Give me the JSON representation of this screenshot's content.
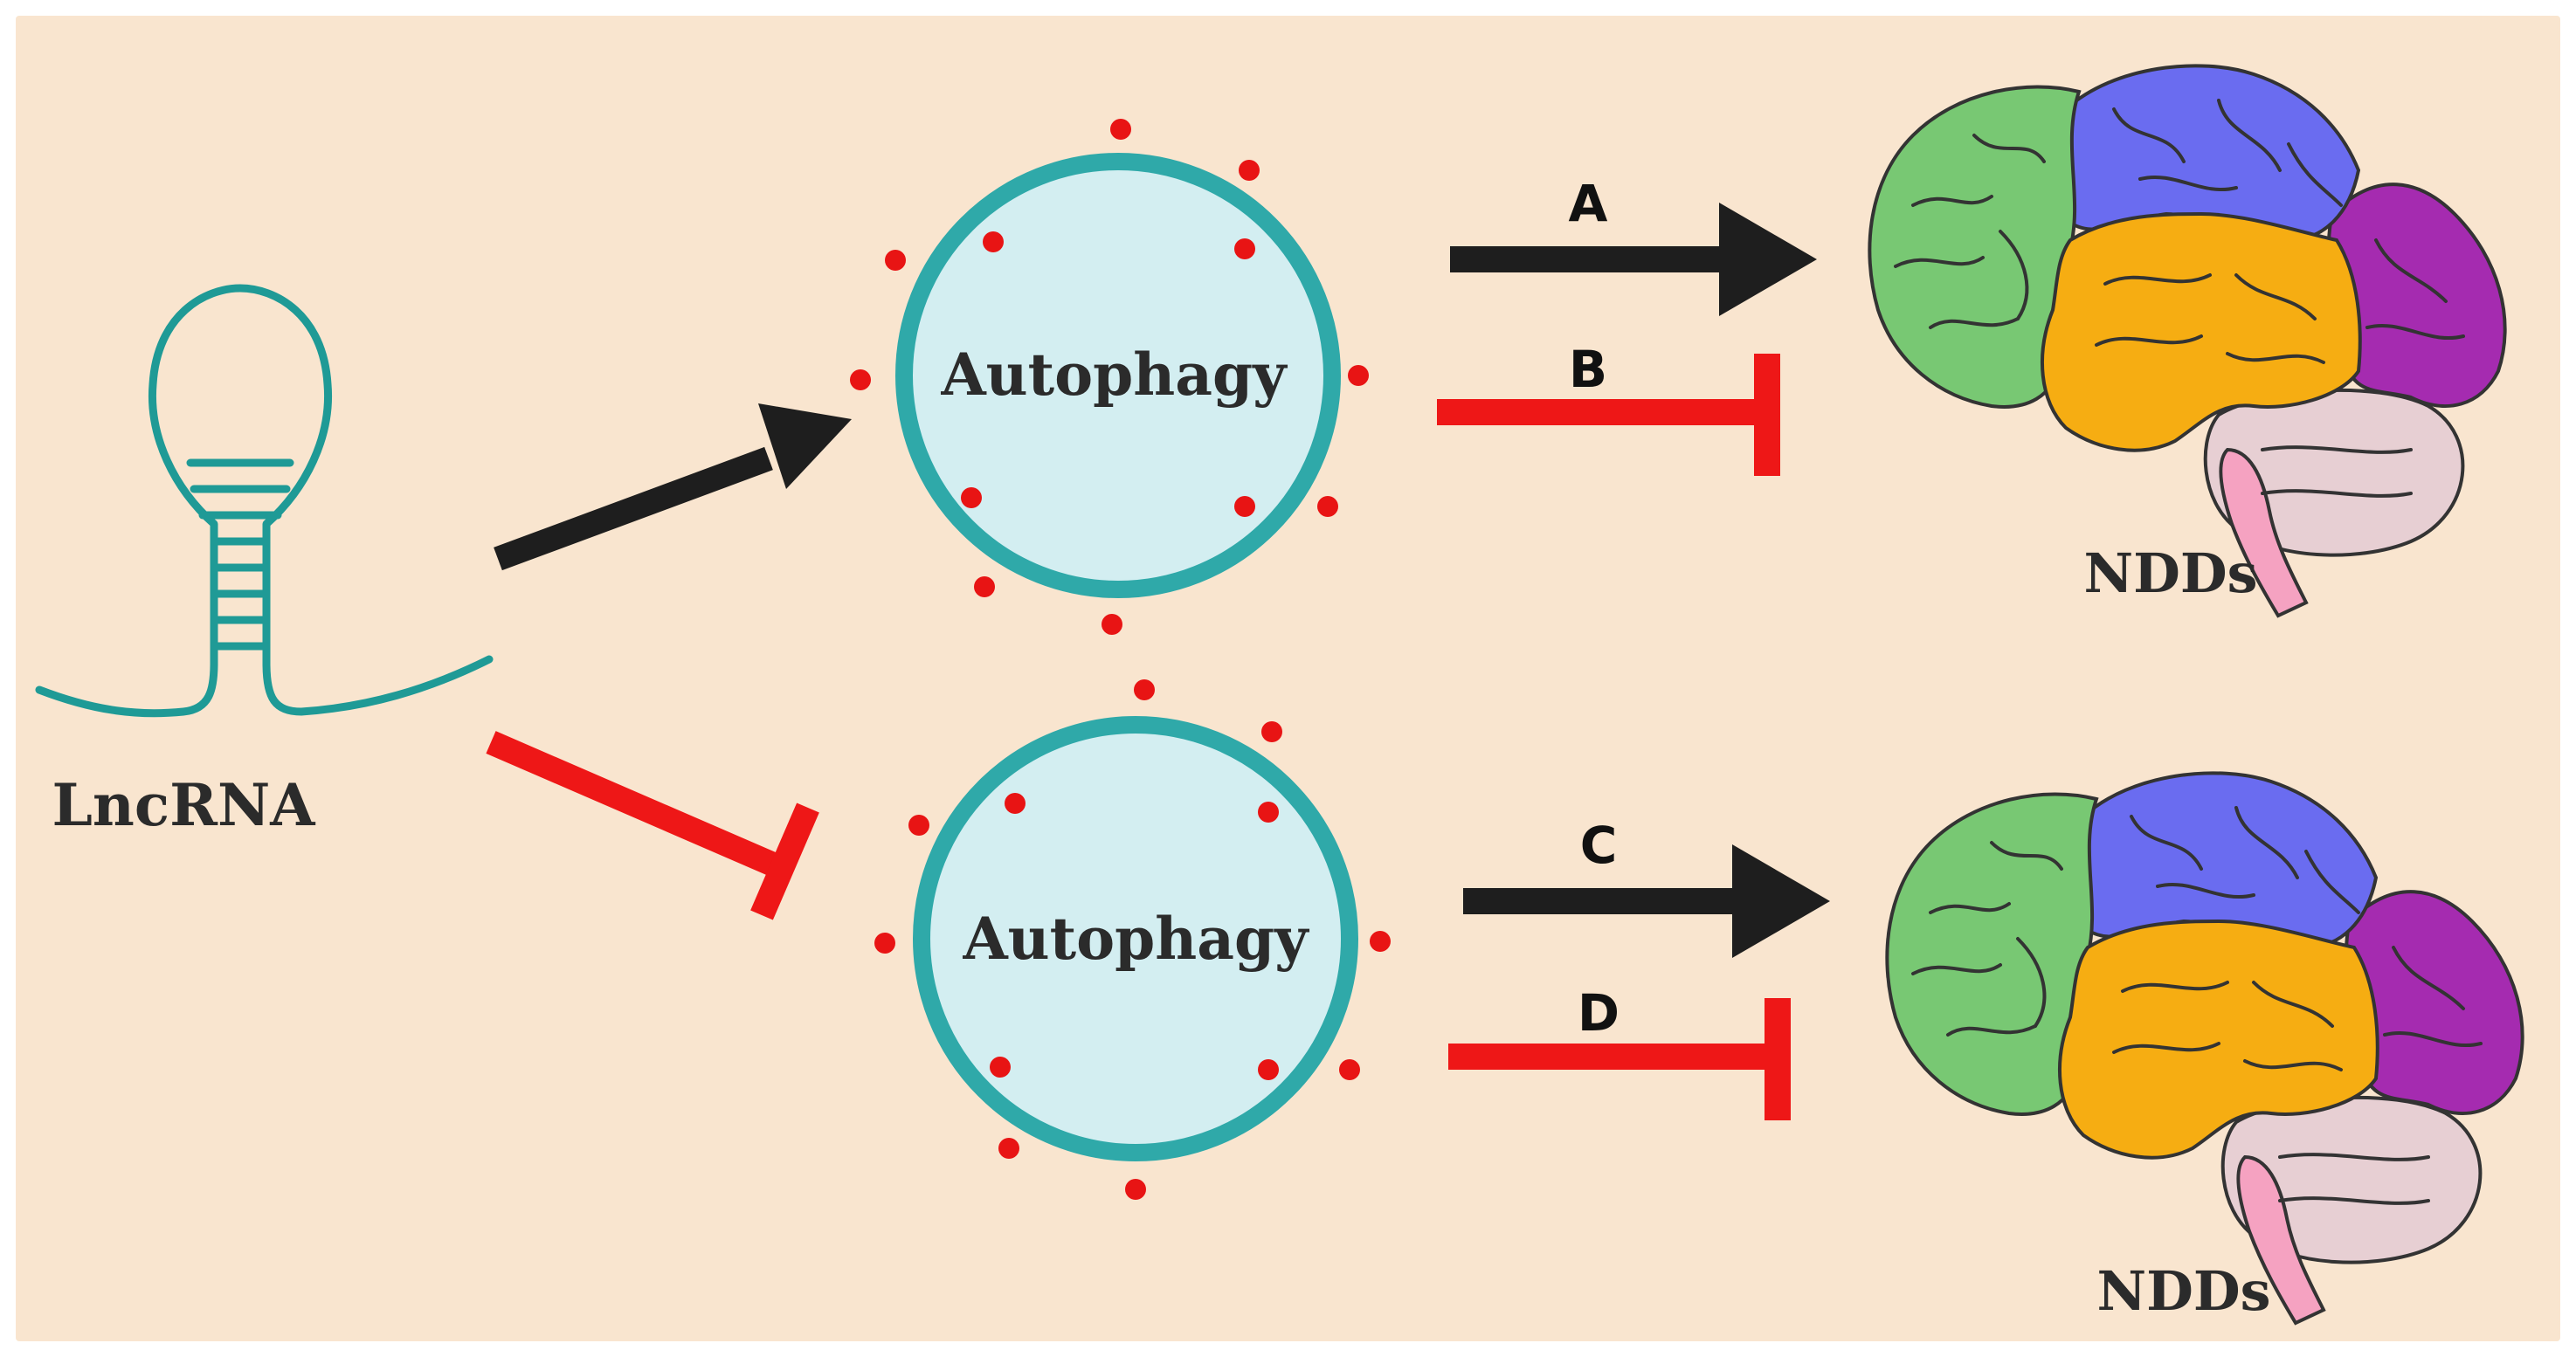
{
  "figure": {
    "background_color": "#f9e5cf",
    "lncrna_label": "LncRNA",
    "lncrna_color": "#1f9a96",
    "autophagy_top_label": "Autophagy",
    "autophagy_bottom_label": "Autophagy",
    "autophagy_fill": "#d3eef1",
    "autophagy_ring": "#2fa9a9",
    "particle_color": "#e81414",
    "activate_arrow_color": "#1e1e1e",
    "inhibit_arrow_color": "#ee1717",
    "path_labels": {
      "a": "A",
      "b": "B",
      "c": "C",
      "d": "D"
    },
    "ndds_top_label": "NDDs",
    "ndds_bottom_label": "NDDs",
    "brain_colors": {
      "frontal": "#78c873",
      "parietal": "#6a6cf0",
      "temporal": "#f6ad12",
      "occipital": "#a52bb0",
      "cerebellum": "#e7cfd3",
      "brainstem": "#f5a2c1",
      "outline": "#333333"
    }
  }
}
